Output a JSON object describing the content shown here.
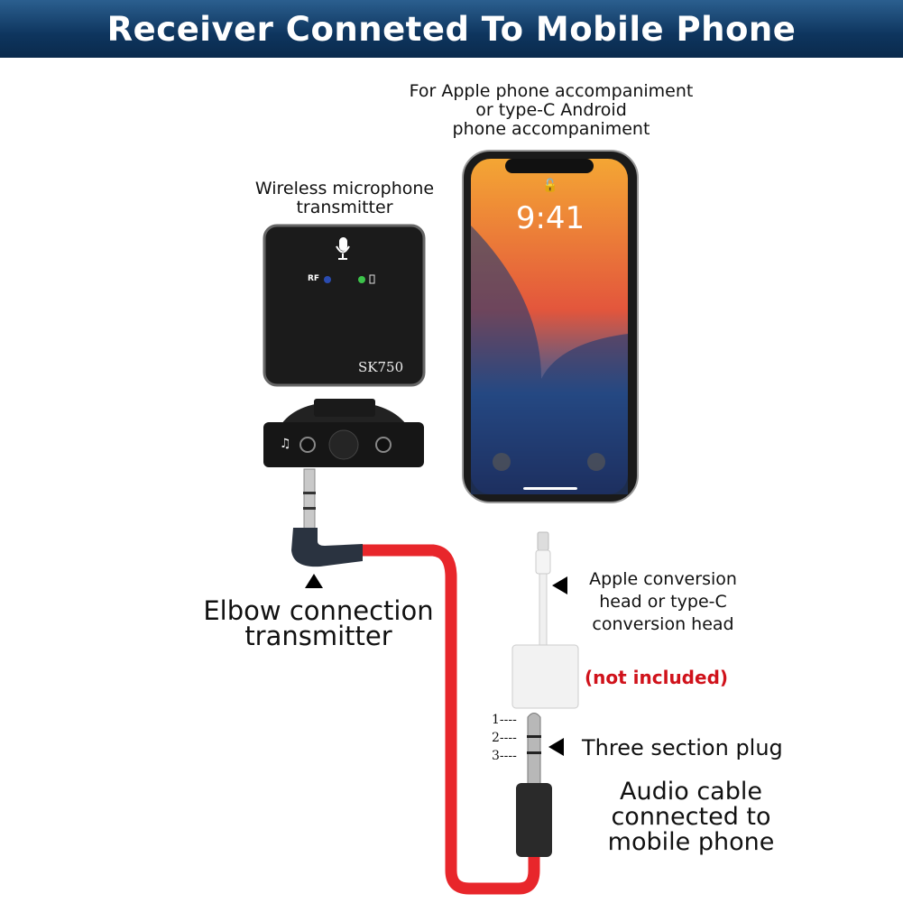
{
  "header": {
    "title": "Receiver Conneted To Mobile Phone"
  },
  "phone": {
    "caption": [
      "For Apple phone accompaniment",
      "or type-C Android",
      "phone accompaniment"
    ],
    "time": "9:41"
  },
  "transmitter": {
    "caption": [
      "Wireless microphone",
      "transmitter"
    ],
    "rf_label": "RF",
    "model": "SK750"
  },
  "elbow": {
    "label": [
      "Elbow connection",
      "transmitter"
    ]
  },
  "adapter": {
    "label": [
      "Apple conversion",
      "head or type-C",
      "conversion head"
    ],
    "note": "(not included)"
  },
  "plug": {
    "label": "Three section plug",
    "sections": [
      "1----",
      "2----",
      "3----"
    ]
  },
  "cable": {
    "label": [
      "Audio cable",
      "connected to",
      "mobile phone"
    ]
  },
  "colors": {
    "header": "#0e355e",
    "cable": "#e8262b",
    "note": "#d0121b"
  }
}
